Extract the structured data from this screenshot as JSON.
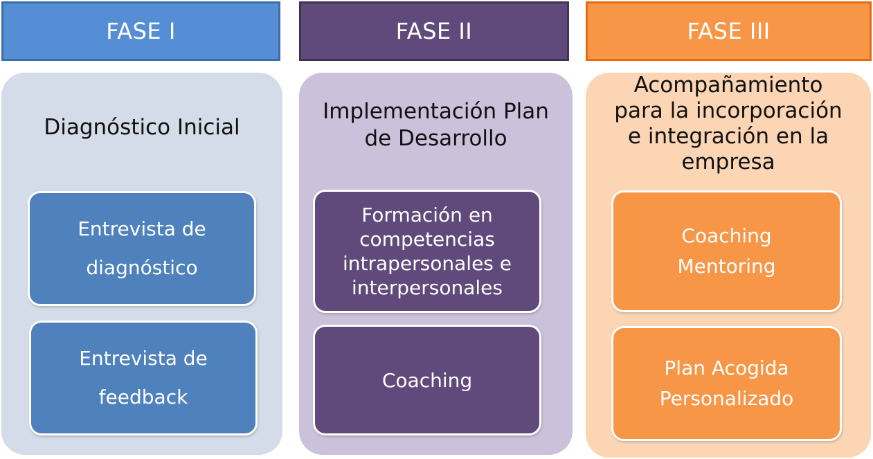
{
  "colors": {
    "phase1_header": "#558ed5",
    "phase1_header_border": "#3a6ea8",
    "phase1_panel": "#d4dbe9",
    "phase1_box": "#4f81bd",
    "phase2_header": "#604a7b",
    "phase2_header_border": "#3e3256",
    "phase2_panel": "#ccc1da",
    "phase2_box": "#604a7b",
    "phase3_header": "#f79646",
    "phase3_header_border": "#e46c0a",
    "phase3_panel": "#fcd5b5",
    "phase3_box": "#f79646"
  },
  "phases": [
    {
      "header": "FASE I",
      "title": "Diagnóstico Inicial",
      "boxes": [
        "Entrevista de\ndiagnóstico",
        "Entrevista de\nfeedback"
      ]
    },
    {
      "header": "FASE II",
      "title": "Implementación Plan\nde Desarrollo",
      "boxes": [
        "Formación en\ncompetencias\nintrapersonales e\ninterpersonales",
        "Coaching"
      ]
    },
    {
      "header": "FASE III",
      "title": "Acompañamiento\npara la incorporación\ne integración en la\nempresa",
      "boxes": [
        "Coaching\nMentoring",
        "Plan Acogida\nPersonalizado"
      ]
    }
  ]
}
